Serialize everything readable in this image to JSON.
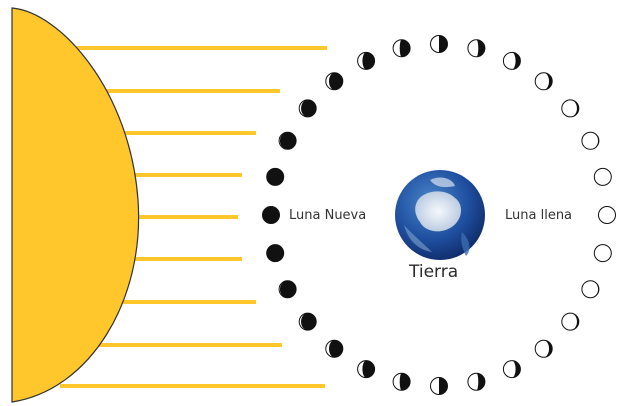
{
  "labels": {
    "new_moon": "Luna Nueva",
    "full_moon": "Luna llena",
    "earth": "Tierra"
  },
  "colors": {
    "sun_fill": "#FFC72C",
    "sun_outline": "#333333",
    "sun_rays": "#FFC72C",
    "moon_dark": "#111111",
    "moon_light": "#ffffff",
    "earth_ocean": "#1f4fa0",
    "earth_cloud": "#dfe6f0"
  },
  "icons": {
    "sun": "sun-shape",
    "earth": "earth-globe",
    "moon_phase": "moon-phase-icon"
  },
  "moon_phases_count": 28
}
